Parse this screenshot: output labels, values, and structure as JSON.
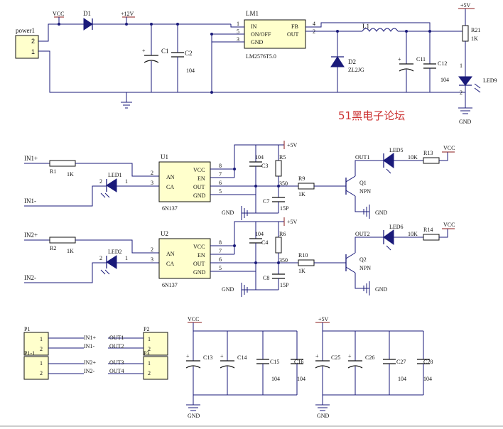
{
  "title": "51黑电子论坛",
  "labels": {
    "vcc": "VCC",
    "v12": "+12V",
    "v5": "+5V",
    "gnd": "GND",
    "power1": "power1",
    "d1": "D1",
    "c1": "C1",
    "c2": "C2",
    "c2_val": "104",
    "lm1": "LM1",
    "lm1_part": "LM2576T5.0",
    "lm1_in": "IN",
    "lm1_onoff": "ON/OFF",
    "lm1_gnd": "GND",
    "lm1_fb": "FB",
    "lm1_out": "OUT",
    "l1": "L1",
    "d2": "D2",
    "d2_part": "ZL2JG",
    "c11": "C11",
    "c12": "C12",
    "c12_val": "104",
    "r21": "R21",
    "r21_val": "1K",
    "led9": "LED9",
    "in1p": "IN1+",
    "in1n": "IN1-",
    "in2p": "IN2+",
    "in2n": "IN2-",
    "r1": "R1",
    "r1_val": "1K",
    "r2": "R2",
    "r2_val": "1K",
    "led1": "LED1",
    "led2": "LED2",
    "u1": "U1",
    "u2": "U2",
    "opto_part": "6N137",
    "an": "AN",
    "ca": "CA",
    "vcc_pin": "VCC",
    "en": "EN",
    "out": "OUT",
    "gnd_pin": "GND",
    "c3": "C3",
    "c4": "C4",
    "c3_val": "104",
    "r5": "R5",
    "r6": "R6",
    "r_val": "350",
    "c7": "C7",
    "c8": "C8",
    "c7_val": "15P",
    "r9": "R9",
    "r10": "R10",
    "r9_val": "1K",
    "q1": "Q1",
    "q2": "Q2",
    "npn": "NPN",
    "out1": "OUT1",
    "out2": "OUT2",
    "led5": "LED5",
    "led6": "LED6",
    "r13": "R13",
    "r14": "R14",
    "r13_val": "10K",
    "p1": "P1",
    "p1_1": "P1-1",
    "p2": "P2",
    "p3": "P3",
    "out3": "OUT3",
    "out4": "OUT4",
    "c13": "C13",
    "c14": "C14",
    "c15": "C15",
    "c16": "C16",
    "c25": "C25",
    "c26": "C26",
    "c27": "C27",
    "c28": "C28",
    "cap104": "104"
  },
  "pins": [
    "1",
    "2",
    "3",
    "4",
    "5",
    "6",
    "7",
    "8"
  ]
}
